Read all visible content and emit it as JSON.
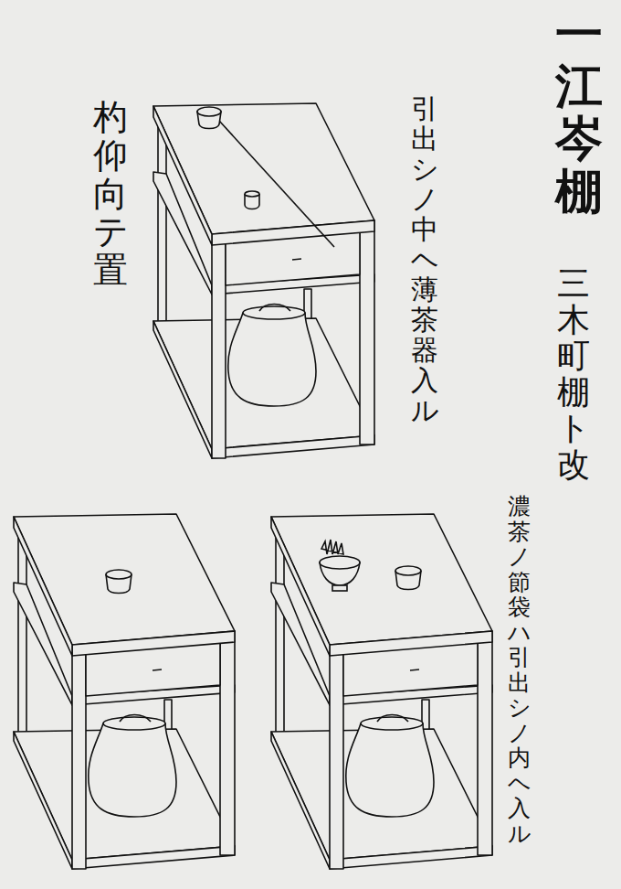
{
  "diagram": {
    "title": "一江岑棚",
    "labels": [
      "三木町棚ト改",
      "杓仰向テ置",
      "引出シノ中ヘ薄茶器入ル",
      "濃茶ノ節袋ハ引出シノ内ヘ入ル"
    ]
  }
}
